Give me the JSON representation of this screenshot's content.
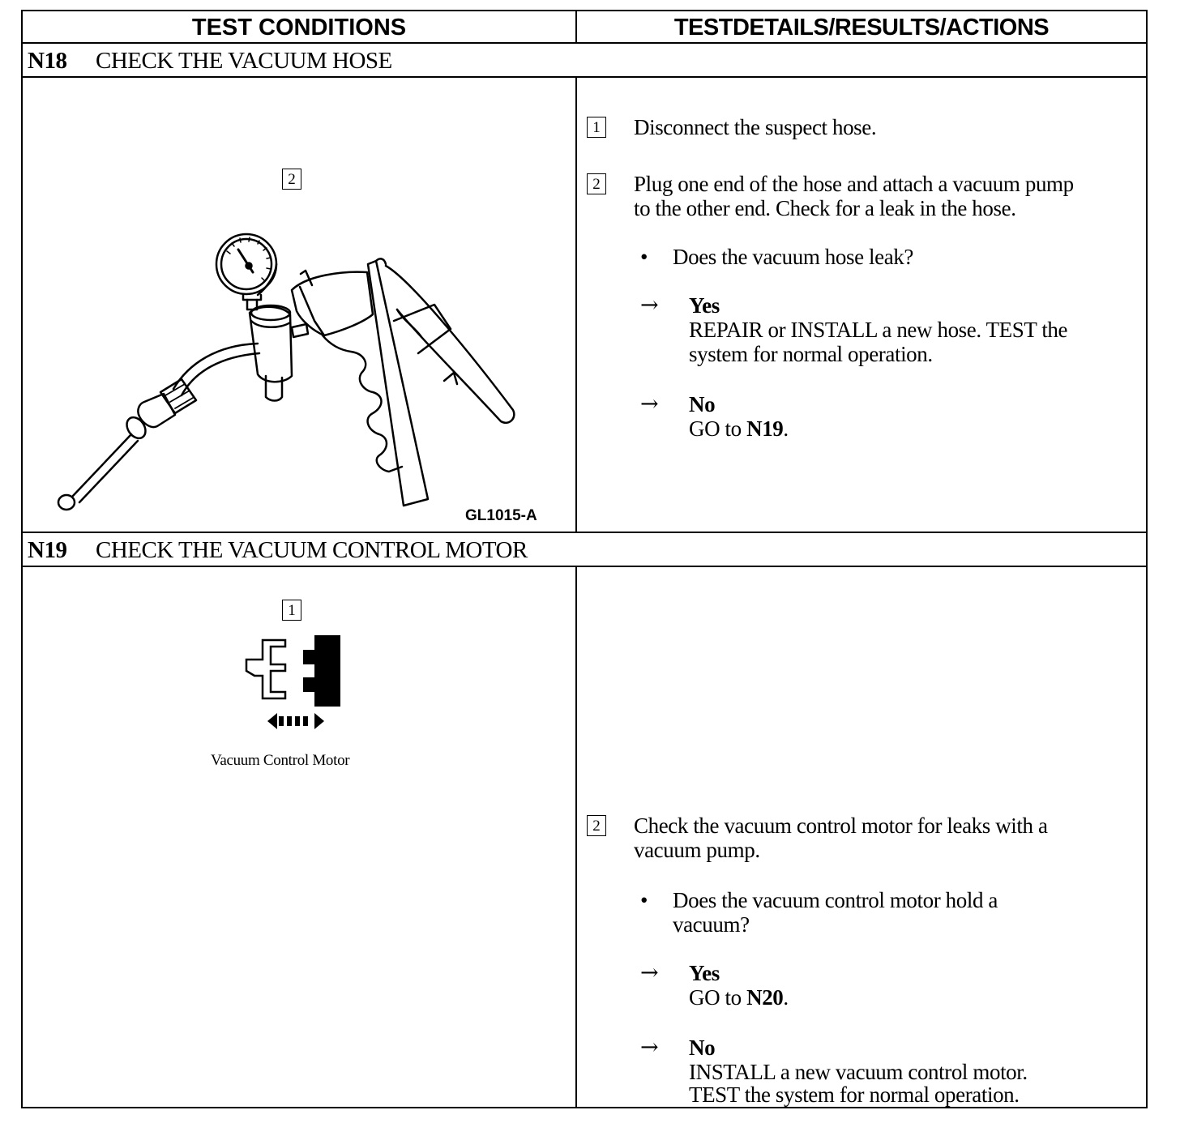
{
  "header": {
    "left": "TEST CONDITIONS",
    "right": "TESTDETAILS/RESULTS/ACTIONS"
  },
  "n18": {
    "code": "N18",
    "title": "CHECK THE VACUUM HOSE",
    "figure_callout": "2",
    "figure_code": "GL1015-A",
    "steps": [
      {
        "num": "1",
        "text": "Disconnect the suspect hose."
      },
      {
        "num": "2",
        "text_line1": "Plug one end of the hose and attach a vacuum pump",
        "text_line2": "to the other end. Check for a leak in the hose."
      }
    ],
    "question": "Does the vacuum hose leak?",
    "yes_label": "Yes",
    "yes_line1": "REPAIR or INSTALL a new hose. TEST the",
    "yes_line2": "system for normal operation.",
    "no_label": "No",
    "no_prefix": "GO to ",
    "no_target": "N19",
    "no_suffix": "."
  },
  "n19": {
    "code": "N19",
    "title": "CHECK THE VACUUM CONTROL MOTOR",
    "figure_callout": "1",
    "figure_caption": "Vacuum Control Motor",
    "step_num": "2",
    "step_line1": "Check the vacuum control motor for leaks with a",
    "step_line2": "vacuum pump.",
    "question_line1": "Does the vacuum control motor hold a",
    "question_line2": "vacuum?",
    "yes_label": "Yes",
    "yes_prefix": "GO to ",
    "yes_target": "N20",
    "yes_suffix": ".",
    "no_label": "No",
    "no_line1": "INSTALL a new vacuum control motor.",
    "no_line2": "TEST the system for normal operation."
  },
  "symbols": {
    "bullet": "•",
    "arrow": "→"
  }
}
